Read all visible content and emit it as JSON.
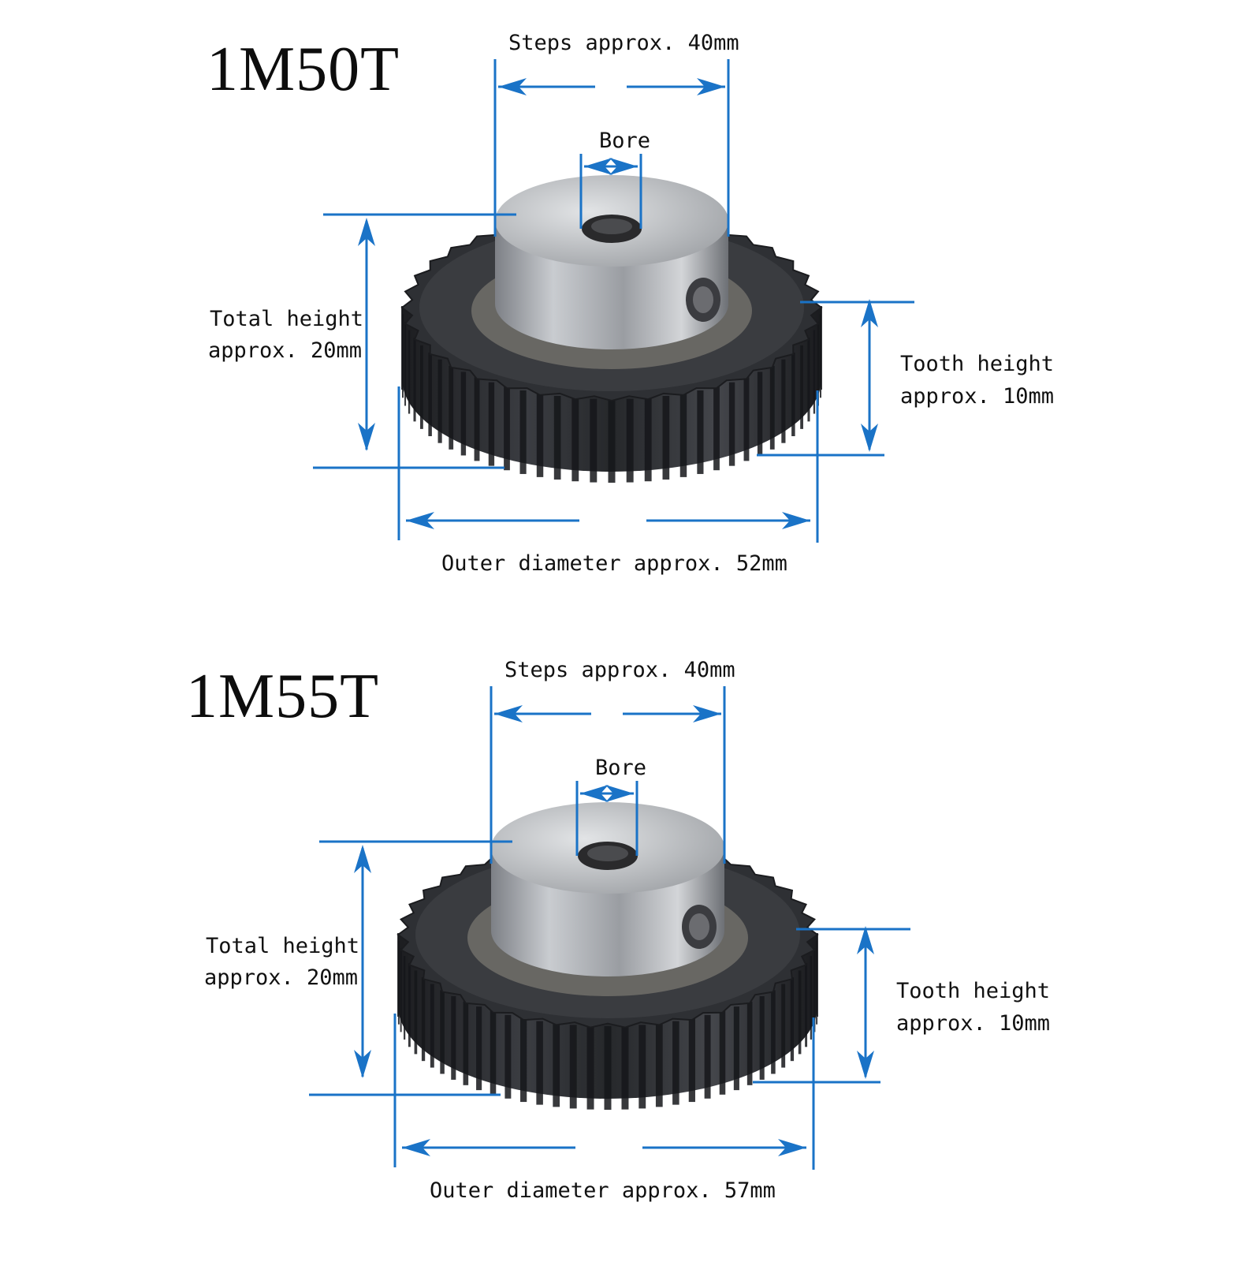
{
  "colors": {
    "dimension_line": "#1a73c7",
    "text": "#111111",
    "gear_dark": "#2a2c2f",
    "hub_metal": "#b9bcc0",
    "background": "#ffffff"
  },
  "panels": [
    {
      "model": "1M50T",
      "steps_label": "Steps approx.  40mm",
      "bore_label": "Bore",
      "total_height_line1": "Total height",
      "total_height_line2": "approx. 20mm",
      "tooth_height_line1": "Tooth height",
      "tooth_height_line2": "approx. 10mm",
      "outer_diameter_label": "Outer diameter approx. 52mm"
    },
    {
      "model": "1M55T",
      "steps_label": "Steps approx.  40mm",
      "bore_label": "Bore",
      "total_height_line1": "Total height",
      "total_height_line2": "approx. 20mm",
      "tooth_height_line1": "Tooth height",
      "tooth_height_line2": "approx. 10mm",
      "outer_diameter_label": "Outer diameter approx.  57mm"
    }
  ]
}
